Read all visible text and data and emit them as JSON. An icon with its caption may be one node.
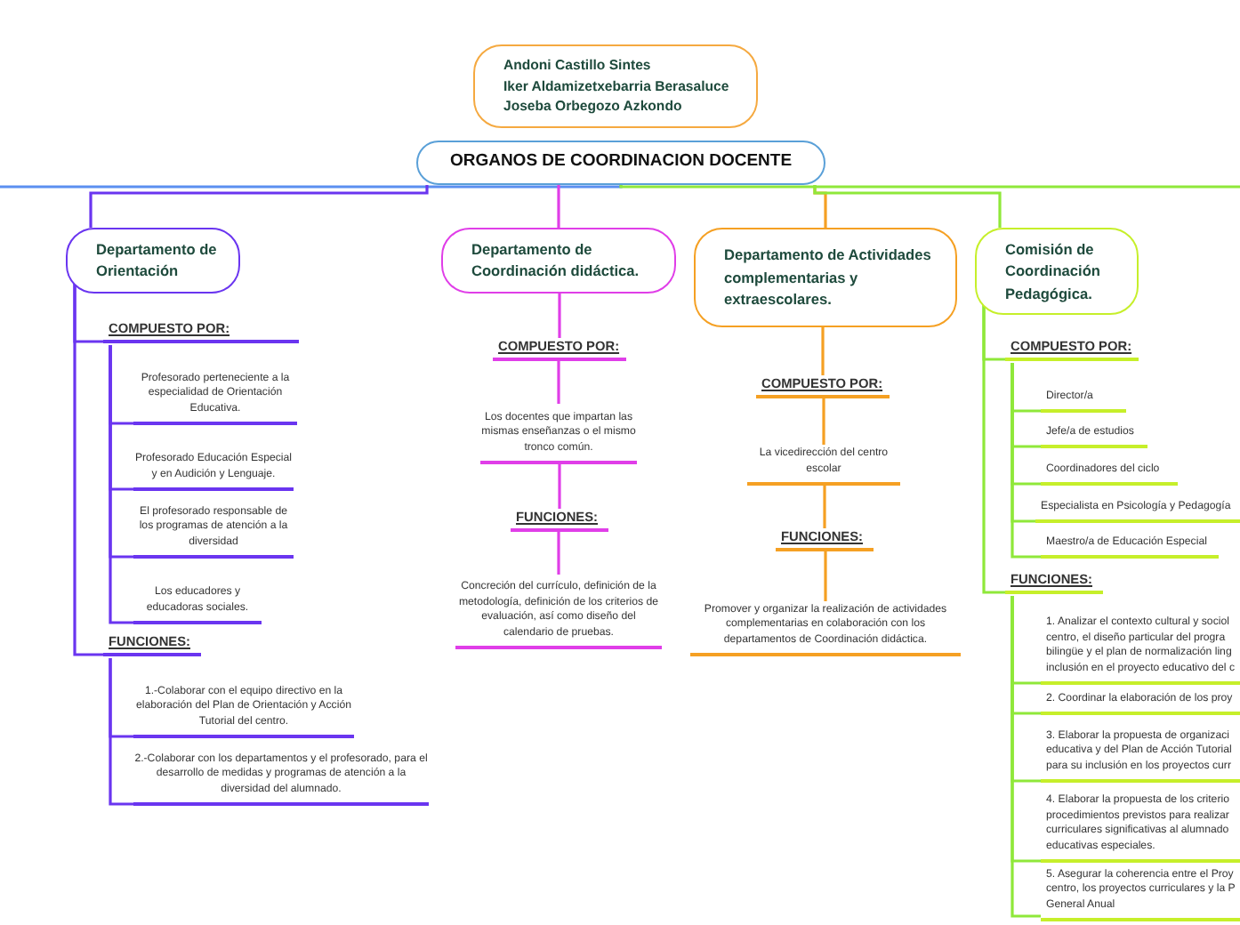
{
  "diagram": {
    "nodes": [
      {
        "text": [
          "Andoni Castillo Sintes",
          "Iker Aldamizetxebarria Berasaluce",
          "Joseba Orbegozo Azkondo"
        ]
      },
      {
        "text": [
          "ORGANOS DE COORDINACION DOCENTE"
        ]
      },
      {
        "text": [
          "Departamento de Orientación"
        ]
      },
      {
        "text": [
          "Departamento de Coordinación didáctica."
        ]
      },
      {
        "text": [
          "Departamento de Actividades complementarias y extraescolares."
        ]
      },
      {
        "text": [
          "Comisión de Coordinación Pedagógica."
        ]
      },
      {
        "text": [
          "COMPUESTO POR:"
        ]
      },
      {
        "text": [
          "Profesorado perteneciente a la especialidad de Orientación Educativa."
        ]
      },
      {
        "text": [
          "Profesorado Educación Especial y en Audición y Lenguaje."
        ]
      },
      {
        "text": [
          "El profesorado responsable de los programas de atención a la diversidad"
        ]
      },
      {
        "text": [
          "Los educadores y educadoras sociales."
        ]
      },
      {
        "text": [
          "FUNCIONES:"
        ]
      },
      {
        "text": [
          "1.-Colaborar con el equipo directivo en la elaboración del Plan de Orientación y Acción Tutorial del centro."
        ]
      },
      {
        "text": [
          "2.-Colaborar con los departamentos y el profesorado, para el desarrollo de medidas y programas de atención a la diversidad del alumnado."
        ]
      },
      {
        "text": [
          "COMPUESTO POR:"
        ]
      },
      {
        "text": [
          "Los docentes que impartan las mismas enseñanzas o el mismo tronco común."
        ]
      },
      {
        "text": [
          "FUNCIONES:"
        ]
      },
      {
        "text": [
          "Concreción del currículo, definición de la metodología, definición de los criterios de evaluación, así como diseño del calendario de pruebas."
        ]
      },
      {
        "text": [
          "COMPUESTO POR:"
        ]
      },
      {
        "text": [
          "La vicedirección del centro escolar"
        ]
      },
      {
        "text": [
          "FUNCIONES:"
        ]
      },
      {
        "text": [
          "Promover y organizar la realización de actividades complementarias en colaboración con los departamentos de Coordinación didáctica."
        ]
      },
      {
        "text": [
          "COMPUESTO POR:"
        ]
      },
      {
        "text": [
          "Director/a"
        ]
      },
      {
        "text": [
          "Jefe/a de estudios"
        ]
      },
      {
        "text": [
          "Coordinadores del ciclo"
        ]
      },
      {
        "text": [
          "Especialista en Psicología y Pedagogía"
        ]
      },
      {
        "text": [
          "Maestro/a de Educación Especial"
        ]
      },
      {
        "text": [
          "FUNCIONES:"
        ]
      },
      {
        "text": [
          "1. Analizar el contexto cultural y sociol centro, el diseño particular del progra bilingüe y el plan de normalización ling inclusión en el proyecto educativo del c"
        ]
      },
      {
        "text": [
          "2. Coordinar la elaboración de los proy"
        ]
      },
      {
        "text": [
          "3. Elaborar la propuesta de organizaci educativa y del Plan de Acción Tutorial para su inclusión en los proyectos curr"
        ]
      },
      {
        "text": [
          "4. Elaborar la propuesta de los criterio procedimientos previstos para realizar curriculares significativas al alumnado educativas especiales."
        ]
      },
      {
        "text": [
          "5. Asegurar la coherencia entre el Proy centro, los proyectos curriculares y la P General Anual"
        ]
      }
    ],
    "edges": [
      {
        "from": 1,
        "to": null,
        "arrow": "none",
        "color": "#5b8ff0"
      },
      {
        "from": 1,
        "to": 2,
        "arrow": "none",
        "color": "#6a35f0"
      },
      {
        "from": 1,
        "to": 3,
        "arrow": "none",
        "color": "#e03ee8"
      },
      {
        "from": 1,
        "to": 4,
        "arrow": "none",
        "color": "#f5a023"
      },
      {
        "from": 1,
        "to": 5,
        "arrow": "none"
      },
      {
        "from": 1,
        "to": null,
        "arrow": "none"
      },
      {
        "from": 2,
        "to": 6,
        "arrow": "none",
        "color": "#6a35f0"
      },
      {
        "from": 6,
        "to": 7,
        "arrow": "none",
        "color": "#6a35f0"
      },
      {
        "from": 6,
        "to": 8,
        "arrow": "none",
        "color": "#6a35f0"
      },
      {
        "from": 6,
        "to": 9,
        "arrow": "none",
        "color": "#6a35f0"
      },
      {
        "from": 6,
        "to": 10,
        "arrow": "none",
        "color": "#6a35f0"
      },
      {
        "from": 2,
        "to": 11,
        "arrow": "none",
        "color": "#6a35f0"
      },
      {
        "from": 11,
        "to": 12,
        "arrow": "none",
        "color": "#6a35f0"
      },
      {
        "from": 11,
        "to": 13,
        "arrow": "none",
        "color": "#6a35f0"
      },
      {
        "from": 3,
        "to": 14,
        "arrow": "none",
        "color": "#e03ee8"
      },
      {
        "from": 14,
        "to": 15,
        "arrow": "none",
        "color": "#e03ee8"
      },
      {
        "from": 15,
        "to": 16,
        "arrow": "none",
        "color": "#e03ee8"
      },
      {
        "from": 16,
        "to": 17,
        "arrow": "none",
        "color": "#e03ee8"
      },
      {
        "from": 4,
        "to": 18,
        "arrow": "none",
        "color": "#f5a023"
      },
      {
        "from": 18,
        "to": 19,
        "arrow": "none",
        "color": "#f5a023"
      },
      {
        "from": 19,
        "to": 20,
        "arrow": "none",
        "color": "#f5a023"
      },
      {
        "from": 20,
        "to": 21,
        "arrow": "none",
        "color": "#f5a023"
      },
      {
        "from": 5,
        "to": 22,
        "arrow": "none"
      },
      {
        "from": 22,
        "to": 23,
        "arrow": "none"
      },
      {
        "from": 22,
        "to": 24,
        "arrow": "none"
      },
      {
        "from": 22,
        "to": 25,
        "arrow": "none"
      },
      {
        "from": 22,
        "to": 26,
        "arrow": "none"
      },
      {
        "from": 22,
        "to": 27,
        "arrow": "none"
      },
      {
        "from": 5,
        "to": 28,
        "arrow": "none"
      },
      {
        "from": 28,
        "to": 29,
        "arrow": "none"
      },
      {
        "from": 28,
        "to": 30,
        "arrow": "none"
      },
      {
        "from": 28,
        "to": 31,
        "arrow": "none"
      },
      {
        "from": 28,
        "to": 32,
        "arrow": "none"
      },
      {
        "from": 28,
        "to": 33,
        "arrow": "none"
      }
    ]
  }
}
